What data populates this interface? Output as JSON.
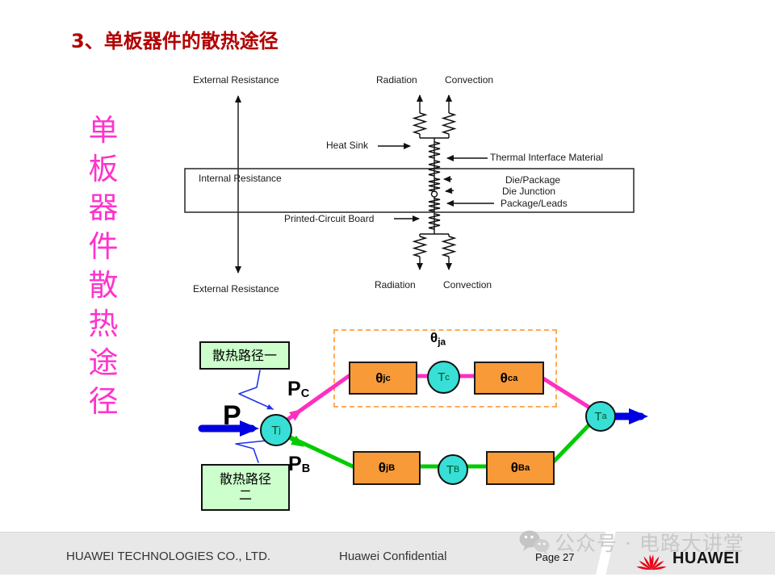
{
  "title": "3、单板器件的散热途径",
  "vertical_label": [
    "单",
    "板",
    "器",
    "件",
    "散",
    "热",
    "途",
    "径"
  ],
  "ladder": {
    "external_resistance_top": "External Resistance",
    "radiation_top": "Radiation",
    "convection_top": "Convection",
    "heat_sink": "Heat Sink",
    "thermal_interface_material": "Thermal Interface Material",
    "internal_resistance": "Internal Resistance",
    "die_package": "Die/Package",
    "die_junction": "Die Junction",
    "package_leads": "Package/Leads",
    "printed_circuit_board": "Printed-Circuit Board",
    "external_resistance_bottom": "External Resistance",
    "radiation_bottom": "Radiation",
    "convection_bottom": "Convection"
  },
  "network": {
    "theta_ja": {
      "sym": "θ",
      "sub": "ja"
    },
    "theta_jc": {
      "sym": "θ",
      "sub": "jc"
    },
    "theta_ca": {
      "sym": "θ",
      "sub": "ca"
    },
    "theta_jB": {
      "sym": "θ",
      "sub": "jB"
    },
    "theta_Ba": {
      "sym": "θ",
      "sub": "Ba"
    },
    "node_tj": {
      "main": "T",
      "sub": "j"
    },
    "node_tc": {
      "main": "T",
      "sub": "c"
    },
    "node_tb": {
      "main": "T",
      "sub": "B"
    },
    "node_ta": {
      "main": "T",
      "sub": "a"
    },
    "p_in": "P",
    "p_c": {
      "main": "P",
      "sub": "C"
    },
    "p_b": {
      "main": "P",
      "sub": "B"
    },
    "path1_label": "散热路径一",
    "path2_label_line1": "散热路径",
    "path2_label_line2": "二"
  },
  "footer": {
    "company": "HUAWEI TECHNOLOGIES CO., LTD.",
    "confidential": "Huawei Confidential",
    "page": "Page 27",
    "logo_text": "HUAWEI",
    "watermark": "公众号 · 电路大讲堂"
  },
  "colors": {
    "title_red": "#B20000",
    "vertical_text_magenta": "#FF33CC",
    "hot_path_pink": "#FF2FC0",
    "board_path_green": "#00CC00",
    "node_cyan": "#38DFD6",
    "resistor_box_orange": "#F89A38",
    "arrow_blue": "#0000E0",
    "dashed_border_orange": "#FFAA55",
    "callout_green": "#CCFFCC",
    "huawei_red": "#E60012"
  }
}
